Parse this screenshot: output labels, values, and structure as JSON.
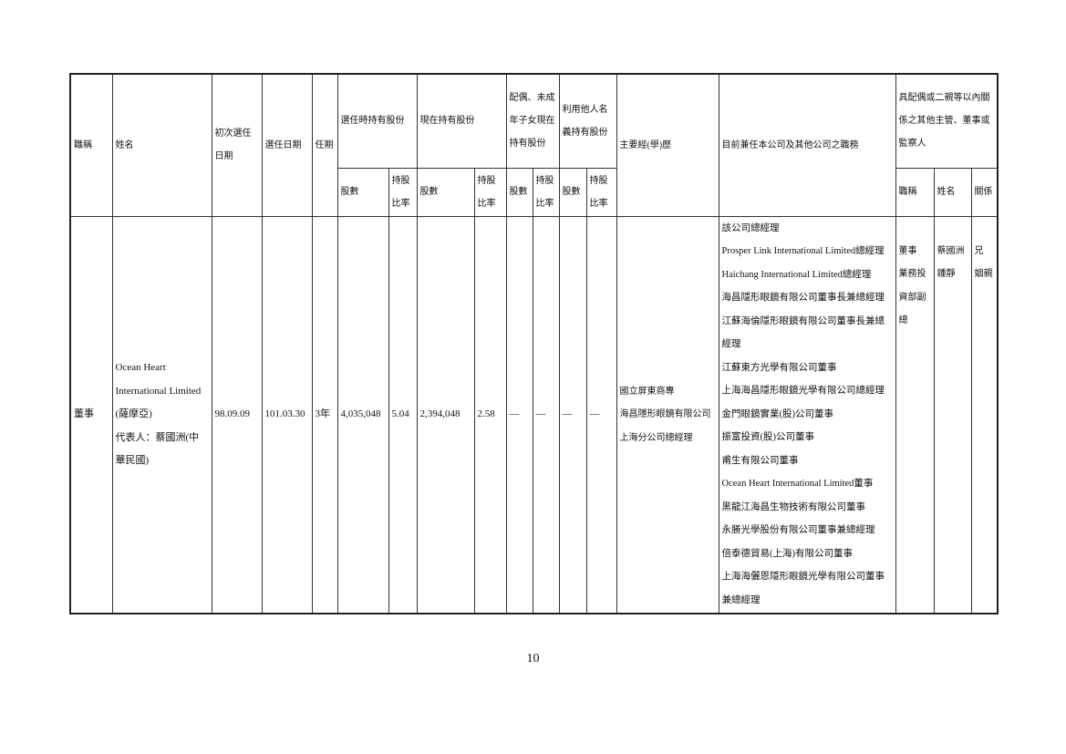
{
  "headers": {
    "title": "職稱",
    "name": "姓名",
    "first_elected": "初次選任日期",
    "elected": "選任日期",
    "term": "任期",
    "shares_at_election": "選任時持有股份",
    "current_shares": "現在持有股份",
    "spouse_minor_shares": "配偶、未成年子女現在持有股份",
    "nominee_shares": "利用他人名義持有股份",
    "experience": "主要經(學)歷",
    "concurrent_positions": "目前兼任本公司及其他公司之職務",
    "relatives": "具配偶或二親等以內關係之其他主管、董事或監察人",
    "share_count": "股數",
    "share_ratio": "持股比率",
    "rel_title": "職稱",
    "rel_name": "姓名",
    "rel_relation": "關係"
  },
  "row": {
    "title": "董事",
    "name_en1": "Ocean Heart",
    "name_en2": "International Limited",
    "name_country": "(薩摩亞)",
    "rep": "代表人：蔡國洲(中華民國)",
    "first_elected": "98.09.09",
    "elected": "101.03.30",
    "term": "3年",
    "election_shares": "4,035,048",
    "election_ratio": "5.04",
    "current_shares": "2,394,048",
    "current_ratio": "2.58",
    "spouse_shares": "—",
    "spouse_ratio": "—",
    "nominee_shares": "—",
    "nominee_ratio": "—",
    "experience": [
      "國立屏東商專",
      "海昌隱形眼鏡有限公司上海分公司總經理"
    ],
    "positions": [
      "該公司總經理",
      "Prosper Link International Limited總經理",
      "Haichang International Limited總經理",
      "海昌隱形眼鏡有限公司董事長兼總經理",
      "江蘇海倫隱形眼鏡有限公司董事長兼總經理",
      "江蘇東方光學有限公司董事",
      "上海海昌隱形眼鏡光學有限公司總經理",
      "金門眼鏡實業(股)公司董事",
      "振富投資(股)公司董事",
      "甫生有限公司董事",
      "Ocean Heart International Limited董事",
      "黑龍江海昌生物技術有限公司董事",
      "永勝光學股份有限公司董事兼總經理",
      "倍泰德貿易(上海)有限公司董事",
      "上海海儷恩隱形眼鏡光學有限公司董事兼總經理"
    ],
    "relatives": [
      {
        "title": "董事",
        "name": "蔡國洲",
        "relation": "兄"
      },
      {
        "title": "業務投資部副總",
        "name": "鍾靜",
        "relation": "姻親"
      }
    ]
  },
  "page_number": "10"
}
